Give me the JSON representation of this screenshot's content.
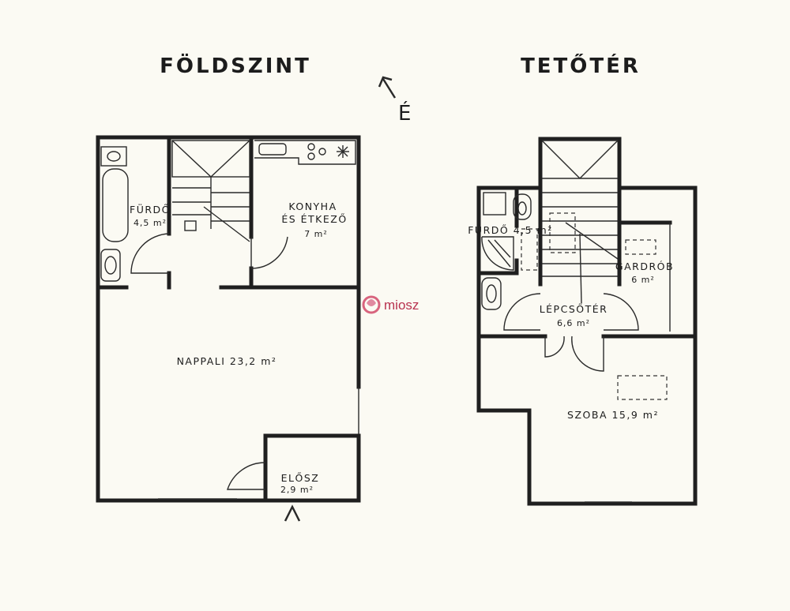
{
  "titles": {
    "ground_floor": "FÖLDSZINT",
    "attic": "TETŐTÉR",
    "north": "É"
  },
  "ground_rooms": {
    "bathroom_name": "FÜRDŐ",
    "bathroom_area": "4,5 m²",
    "kitchen_name_1": "KONYHA",
    "kitchen_name_2": "ÉS ÉTKEZŐ",
    "kitchen_area": "7 m²",
    "living_label": "NAPPALI 23,2 m²",
    "hall_name": "ELŐSZ",
    "hall_area": "2,9 m²"
  },
  "attic_rooms": {
    "bathroom_label": "FÜRDŐ 4,5 m²",
    "wardrobe_name": "GARDRÓB",
    "wardrobe_area": "6 m²",
    "landing_name": "LÉPCSŐTÉR",
    "landing_area": "6,6 m²",
    "room_label": "SZOBA 15,9 m²"
  },
  "watermark": "miosz",
  "colors": {
    "paper": "#fbfaf3",
    "ink": "#1f1f1f",
    "watermark": "#b8324f"
  }
}
